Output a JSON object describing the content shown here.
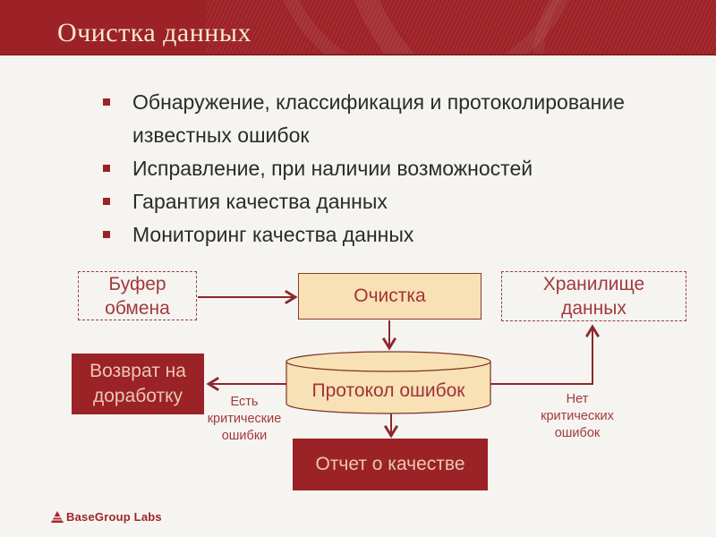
{
  "slide": {
    "title": "Очистка данных",
    "bullets": [
      "Обнаружение, классификация  и протоколирование известных ошибок",
      "Исправление, при наличии возможностей",
      "Гарантия качества данных",
      "Мониторинг качества данных"
    ]
  },
  "diagram": {
    "nodes": {
      "buffer": "Буфер обмена",
      "cleaning": "Очистка",
      "storage": "Хранилище данных",
      "error_log": "Протокол ошибок",
      "rework": "Возврат на доработку",
      "report": "Отчет о качестве"
    },
    "edge_labels": {
      "has_critical": "Есть критические ошибки",
      "no_critical": "Нет критических ошибок"
    }
  },
  "footer": {
    "brand": "BaseGroup Labs"
  },
  "colors": {
    "header_red": "#9d2227",
    "node_red": "#9b2227",
    "tan_fill": "#f7e1b5",
    "diagram_text_red": "#a23a3e",
    "arrow_red": "#8e272c",
    "title_cream": "#f3e9d2",
    "dark_text": "#2b2b2b",
    "light_on_red": "#eac8b2",
    "background": "#f5f4f1"
  }
}
